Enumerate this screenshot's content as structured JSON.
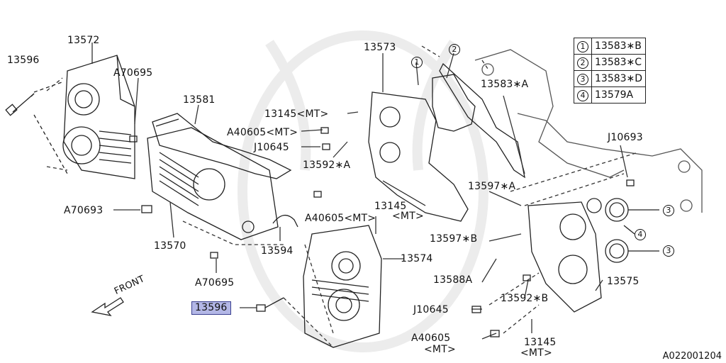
{
  "parts": {
    "p13572": "13572",
    "p13596_top": "13596",
    "pA70695_top": "A70695",
    "p13581": "13581",
    "p13145_mt": "13145<MT>",
    "pA40605_mt": "A40605<MT>",
    "pJ10645_top": "J10645",
    "p13592A": "13592∗A",
    "p13573": "13573",
    "p13583A": "13583∗A",
    "pJ10693": "J10693",
    "pA70693": "A70693",
    "p13570": "13570",
    "p13594": "13594",
    "pA40605_mt2": "A40605<MT>",
    "p13145_mid": "13145",
    "mt_mid": "<MT>",
    "p13597A": "13597∗A",
    "p13597B": "13597∗B",
    "p13574": "13574",
    "pA70695_bot": "A70695",
    "p13588A": "13588A",
    "p13592B": "13592∗B",
    "p13575": "13575",
    "pJ10645_bot": "J10645",
    "p13596_hl": "13596",
    "pA40605_bot": "A40605",
    "mt_bot1": "<MT>",
    "p13145_bot": "13145",
    "mt_bot2": "<MT>",
    "front": "FRONT",
    "code": "A022001204",
    "c1": "1",
    "c2": "2",
    "c3a": "3",
    "c4": "4",
    "c3b": "3"
  },
  "legend": [
    {
      "num": "1",
      "part": "13583∗B"
    },
    {
      "num": "2",
      "part": "13583∗C"
    },
    {
      "num": "3",
      "part": "13583∗D"
    },
    {
      "num": "4",
      "part": "13579A"
    }
  ],
  "colors": {
    "line": "#222222",
    "highlight": "#b3b7e6",
    "watermark": "#eeeeee"
  }
}
